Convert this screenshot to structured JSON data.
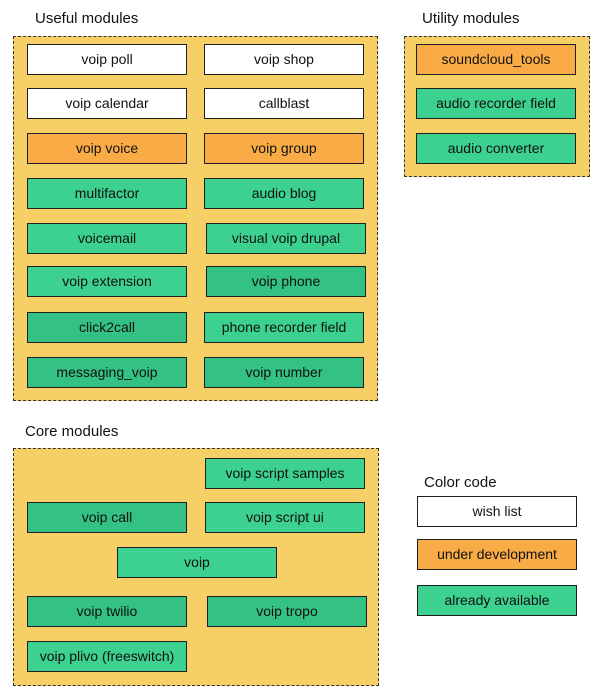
{
  "colors": {
    "group_bg": "#f7cf67",
    "wish": "#ffffff",
    "dev": "#f9ac46",
    "avail": "#3dd18f"
  },
  "useful": {
    "title": "Useful modules",
    "modules": [
      "voip poll",
      "voip shop",
      "voip calendar",
      "callblast",
      "voip voice",
      "voip group",
      "multifactor",
      "audio blog",
      "voicemail",
      "visual voip drupal",
      "voip extension",
      "voip phone",
      "click2call",
      "phone recorder field",
      "messaging_voip",
      "voip number"
    ]
  },
  "utility": {
    "title": "Utility modules",
    "modules": [
      "soundcloud_tools",
      "audio recorder field",
      "audio converter"
    ]
  },
  "core": {
    "title": "Core modules",
    "modules": [
      "voip script samples",
      "voip call",
      "voip script ui",
      "voip",
      "voip twilio",
      "voip tropo",
      "voip plivo (freeswitch)"
    ]
  },
  "legend": {
    "title": "Color code",
    "items": [
      "wish list",
      "under development",
      "already available"
    ]
  }
}
